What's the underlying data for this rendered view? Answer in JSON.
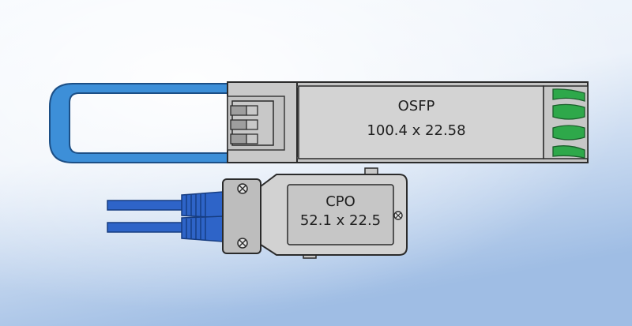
{
  "osfp": {
    "name": "OSFP",
    "dimensions": "100.4 x 22.58"
  },
  "cpo": {
    "name": "CPO",
    "dimensions": "52.1 x 22.5"
  },
  "colors": {
    "background_top": "#ffffff",
    "background_bottom": "#a9c4e6",
    "pull_tab": "#3d8fd8",
    "module_body": "#c4c4c4",
    "label_panel": "#d3d3d3",
    "cpo_shell": "#d2d2d2",
    "cable": "#2e64c8",
    "latch_green": "#2ea84a",
    "outline": "#2b2b2b"
  }
}
